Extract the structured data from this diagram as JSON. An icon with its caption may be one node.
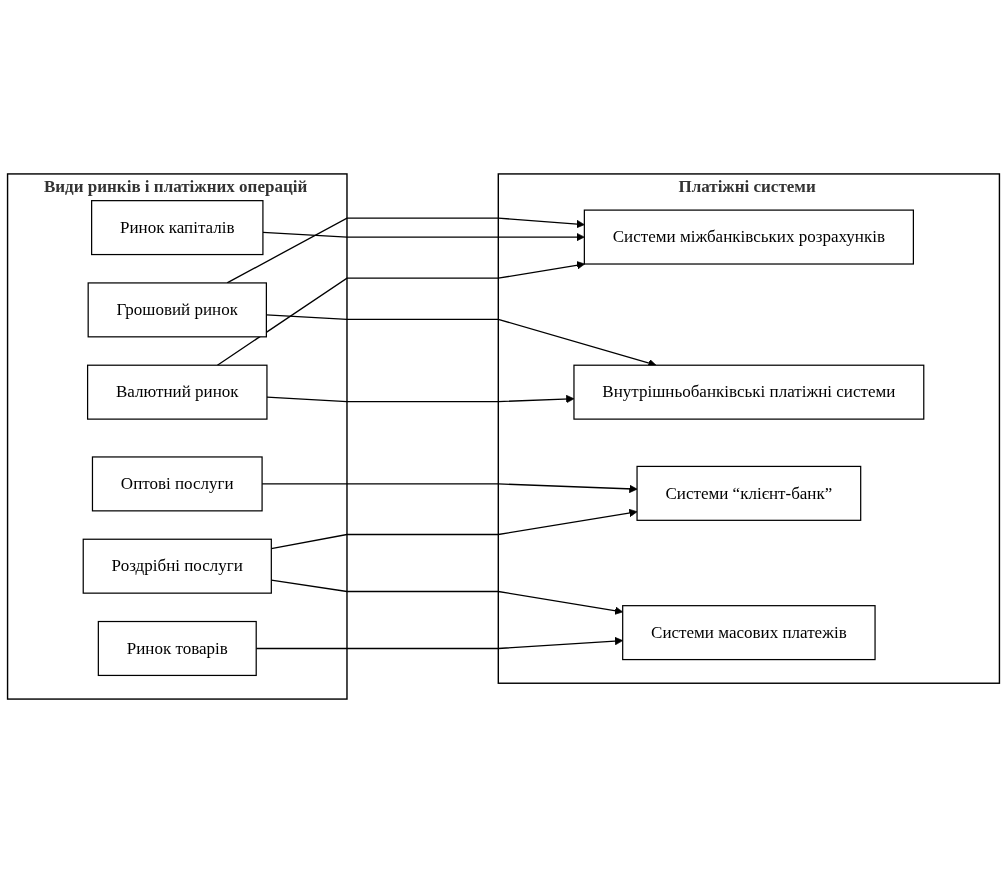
{
  "diagram": {
    "nodes": [
      {
        "text": [
          "Види ринків і платіжних операцій"
        ]
      },
      {
        "text": [
          "Грошовий ринок"
        ],
        "in": 0
      },
      {
        "text": [
          "Ринок капіталів"
        ],
        "in": 0
      },
      {
        "text": [
          "Валютний ринок"
        ],
        "in": 0
      },
      {
        "text": [
          "Оптові послуги"
        ],
        "in": 0
      },
      {
        "text": [
          "Роздрібні послуги"
        ],
        "in": 0
      },
      {
        "text": [
          "Ринок товарів"
        ],
        "in": 0
      },
      {
        "text": [
          "Платіжні системи"
        ]
      },
      {
        "text": [
          "Системи міжбанківських розрахунків"
        ],
        "in": 7
      },
      {
        "text": [
          "Внутрішньобанківські платіжні системи"
        ],
        "in": 7
      },
      {
        "text": [
          "Системи “клієнт-банк”"
        ],
        "in": 7
      },
      {
        "text": [
          "Системи масових платежів"
        ],
        "in": 7
      }
    ],
    "edges": [
      {
        "from": 1,
        "to": 8,
        "arrow": "to"
      },
      {
        "from": 1,
        "to": 9,
        "arrow": "to"
      },
      {
        "from": 2,
        "to": 8,
        "arrow": "to"
      },
      {
        "from": 3,
        "to": 8,
        "arrow": "to"
      },
      {
        "from": 3,
        "to": 9,
        "arrow": "to"
      },
      {
        "from": 4,
        "to": 10,
        "arrow": "to"
      },
      {
        "from": 5,
        "to": 10,
        "arrow": "to"
      },
      {
        "from": 5,
        "to": 11,
        "arrow": "to"
      },
      {
        "from": 6,
        "to": 11,
        "arrow": "to"
      }
    ]
  }
}
